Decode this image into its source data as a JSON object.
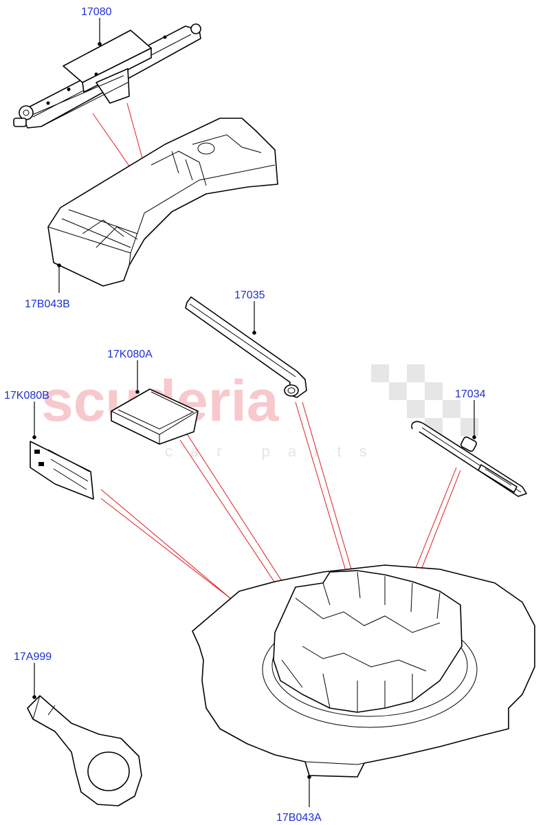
{
  "watermark": {
    "brand": "scuderia",
    "sub": "car parts"
  },
  "callouts": [
    {
      "id": "jack",
      "label": "17080"
    },
    {
      "id": "jack-tray",
      "label": "17B043B"
    },
    {
      "id": "wheel-brace",
      "label": "17035"
    },
    {
      "id": "foam-block",
      "label": "17K080A"
    },
    {
      "id": "label-sheet",
      "label": "17K080B"
    },
    {
      "id": "hook-tool",
      "label": "17034"
    },
    {
      "id": "tow-eye",
      "label": "17A999"
    },
    {
      "id": "spare-tray",
      "label": "17B043A"
    }
  ],
  "colors": {
    "label": "#1a2fd6",
    "pointer": "#e11b1b",
    "watermark": "#f7c9cc"
  }
}
